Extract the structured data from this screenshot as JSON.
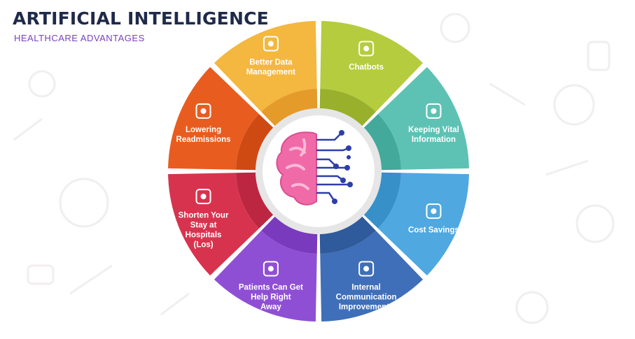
{
  "header": {
    "title": "ARTIFICIAL INTELLIGENCE",
    "subtitle": "HEALTHCARE ADVANTAGES"
  },
  "segments": [
    {
      "lines": [
        "Better Data",
        "Management"
      ],
      "color": "#f4b73f",
      "inner": "#e59b2a",
      "icon": "database-gear-icon"
    },
    {
      "lines": [
        "Chatbots"
      ],
      "color": "#b5cc3e",
      "inner": "#99b02d",
      "icon": "chatbot-icon"
    },
    {
      "lines": [
        "Keeping Vital",
        "Information"
      ],
      "color": "#5dc2b4",
      "inner": "#43a99b",
      "icon": "info-icon"
    },
    {
      "lines": [
        "Cost Savings"
      ],
      "color": "#4fa8e0",
      "inner": "#3890c8",
      "icon": "money-hand-icon"
    },
    {
      "lines": [
        "Internal",
        "Communication",
        "Improvements"
      ],
      "color": "#3f6fb8",
      "inner": "#2f5a9c",
      "icon": "team-chat-icon"
    },
    {
      "lines": [
        "Patients Can Get",
        "Help Right",
        "Away"
      ],
      "color": "#8f4fd4",
      "inner": "#7a3abd",
      "icon": "help-person-icon"
    },
    {
      "lines": [
        "Shorten Your",
        "Stay at",
        "Hospitals",
        "(Los)"
      ],
      "color": "#d8334e",
      "inner": "#bd2640",
      "icon": "hospital-bed-icon"
    },
    {
      "lines": [
        "Lowering",
        "Readmissions"
      ],
      "color": "#e85c1f",
      "inner": "#cf4a12",
      "icon": "hospital-building-icon"
    }
  ],
  "center": {
    "icon": "brain-circuit-icon",
    "brain_color": "#f06aa8",
    "circuit_color": "#2e3ea8"
  }
}
